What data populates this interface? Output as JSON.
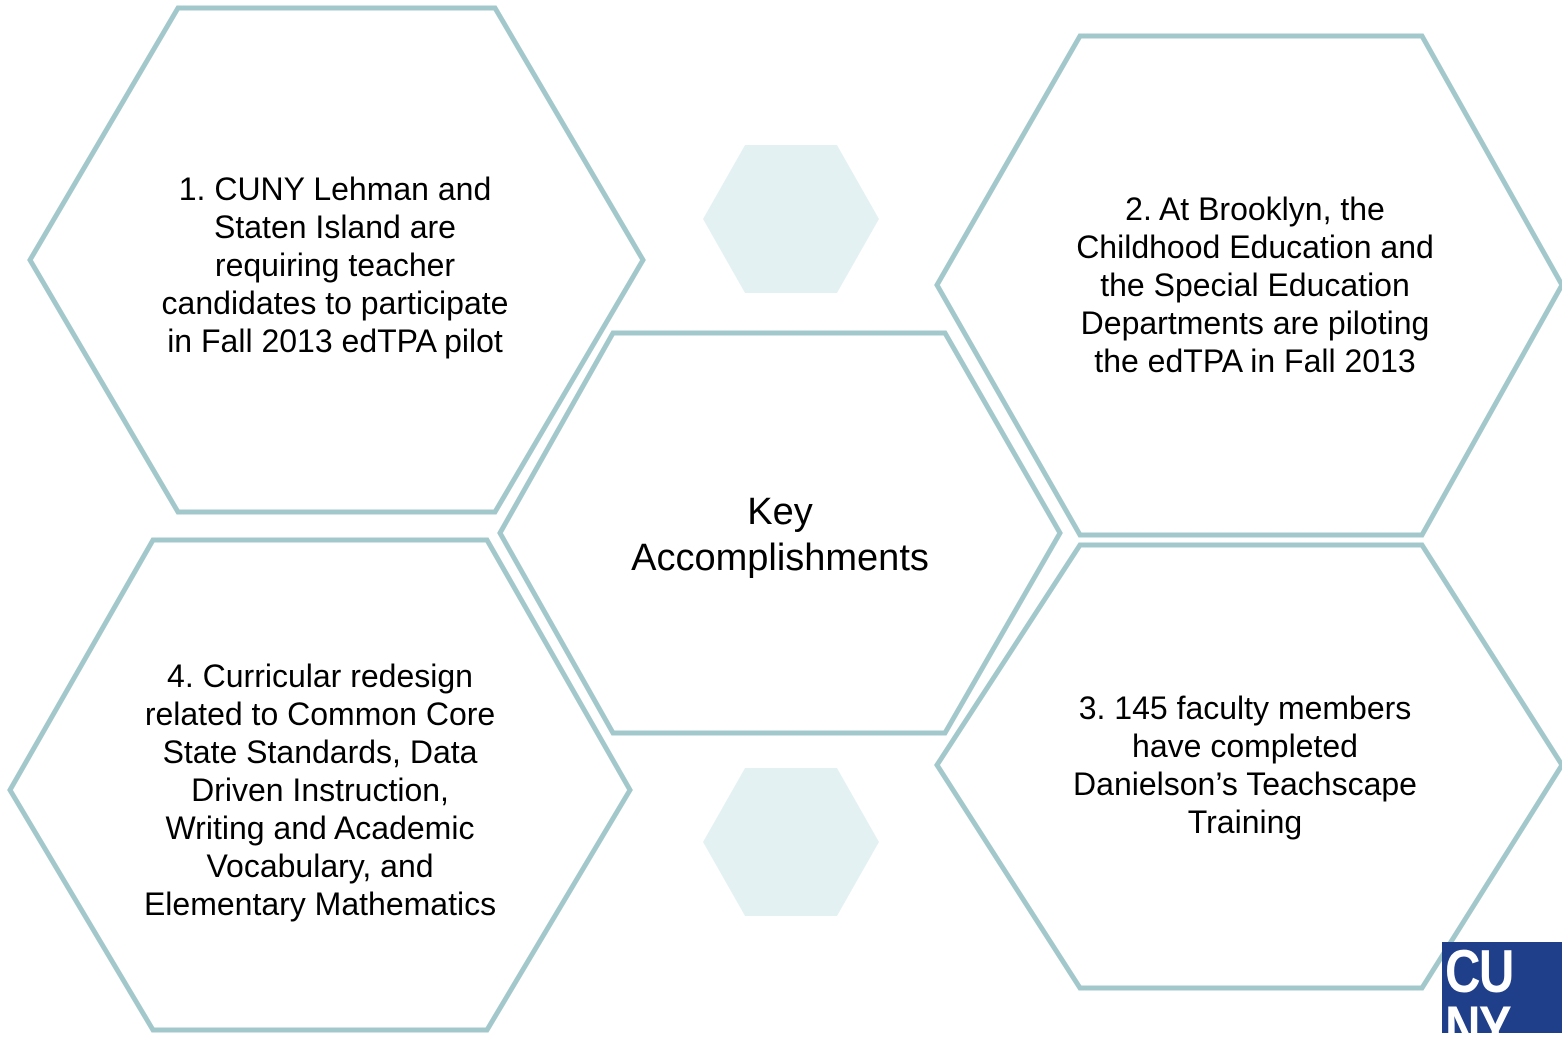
{
  "center": {
    "label": "Key\nAccomplishments"
  },
  "items": [
    {
      "text": "1.  CUNY Lehman and\nStaten Island are\nrequiring teacher\ncandidates to participate\nin Fall 2013 edTPA pilot"
    },
    {
      "text": "2.  At Brooklyn, the\nChildhood Education and\nthe Special Education\nDepartments are piloting\nthe edTPA in Fall 2013"
    },
    {
      "text": "3.  145 faculty members\nhave completed\nDanielson’s Teachscape\nTraining"
    },
    {
      "text": "4. Curricular redesign\nrelated to Common Core\nState Standards, Data\nDriven Instruction,\nWriting and Academic\nVocabulary, and\nElementary Mathematics"
    }
  ],
  "logo": {
    "text": "CU\nNY"
  },
  "colors": {
    "hex_outline": "#a3c8cc",
    "small_hex_fill": "#e4f1f3",
    "logo_background": "#1f3f8b"
  }
}
